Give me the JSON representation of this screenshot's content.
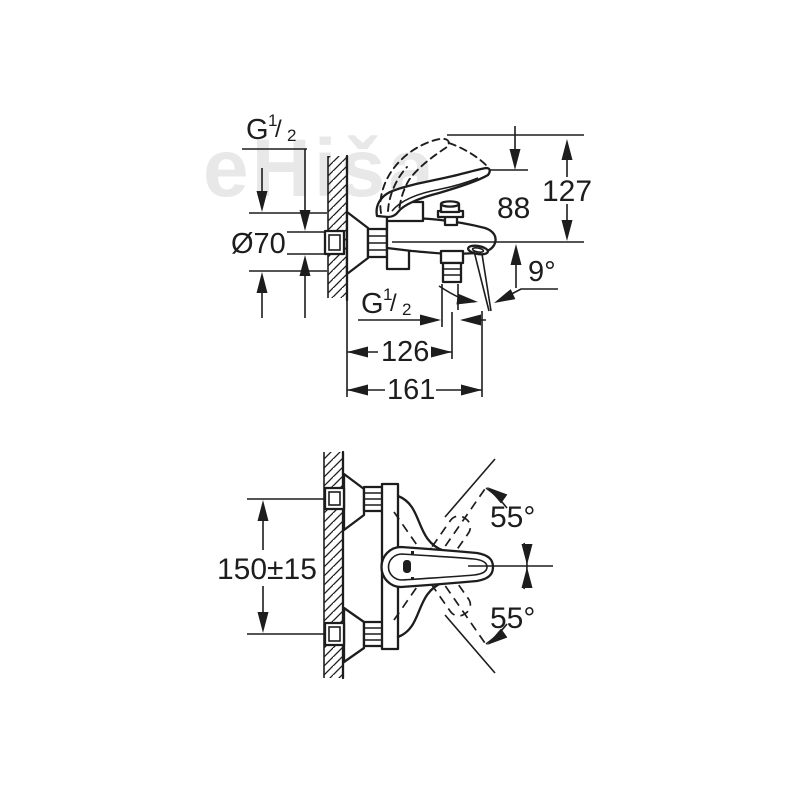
{
  "colors": {
    "background": "#ffffff",
    "line": "#1d1d1d",
    "text": "#1d1d1d",
    "watermark": "#e8e8e8"
  },
  "watermark": {
    "text": "eHiša"
  },
  "side_view": {
    "wall_thread": {
      "prefix": "G",
      "numerator": "1",
      "slash": "/",
      "denominator": "2"
    },
    "escutcheon_diameter": "Ø70",
    "spout_height": "88",
    "overall_height": "127",
    "spout_angle": "9°",
    "outlet_thread": {
      "prefix": "G",
      "numerator": "1",
      "slash": "/",
      "denominator": "2"
    },
    "wall_to_outlet_centre": "126",
    "projection": "161"
  },
  "front_view": {
    "centre_distance": "150±15",
    "swivel_angle_upper": "55°",
    "swivel_angle_lower": "55°"
  }
}
